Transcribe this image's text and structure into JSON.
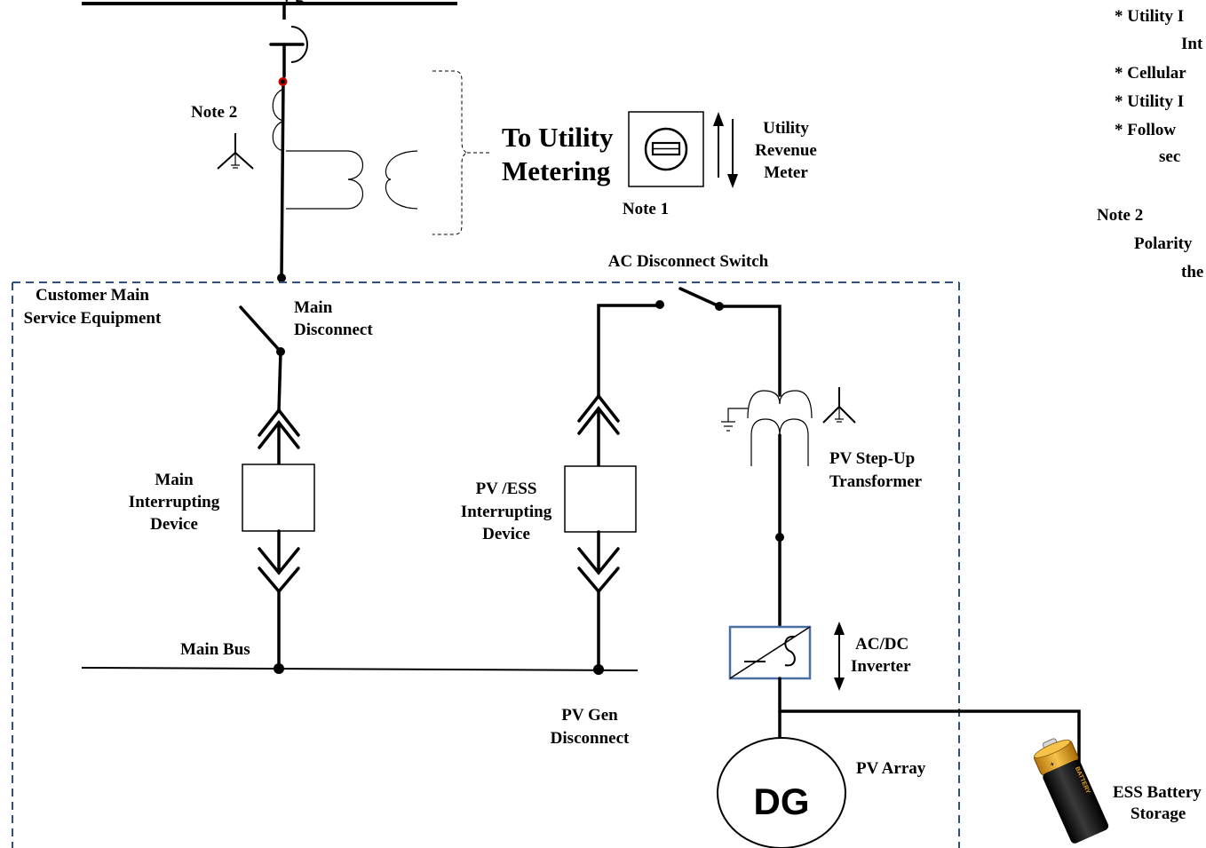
{
  "labels": {
    "note2_left": "Note 2",
    "to_utility_1": "To Utility",
    "to_utility_2": "Metering",
    "meter_1": "Utility",
    "meter_2": "Revenue",
    "meter_3": "Meter",
    "note1": "Note 1",
    "ac_disconnect": "AC Disconnect Switch",
    "customer_main_1": "Customer Main",
    "customer_main_2": "Service Equipment",
    "main_disconnect_1": "Main",
    "main_disconnect_2": "Disconnect",
    "main_interrupt_1": "Main",
    "main_interrupt_2": "Interrupting",
    "main_interrupt_3": "Device",
    "pv_interrupt_1": "PV /ESS",
    "pv_interrupt_2": "Interrupting",
    "pv_interrupt_3": "Device",
    "stepup_1": "PV Step-Up",
    "stepup_2": "Transformer",
    "main_bus": "Main Bus",
    "pv_gen_1": "PV Gen",
    "pv_gen_2": "Disconnect",
    "inverter_1": "AC/DC",
    "inverter_2": "Inverter",
    "pv_array": "PV Array",
    "dg": "DG",
    "ess_1": "ESS Battery",
    "ess_2": "Storage",
    "battery_plus": "+",
    "battery_text": "BATTERY",
    "top_partial": "y   g",
    "note2_right": "Note 2"
  },
  "notes_right": [
    "* Utility I",
    "Int",
    "* Cellular",
    "* Utility I",
    "* Follow",
    "sec"
  ],
  "note2_right_lines": [
    "Polarity",
    "the"
  ],
  "colors": {
    "boundary": "#2f4f7f",
    "inverter_box": "#4a6fa5",
    "connection_dot_red": "#d00000",
    "battery_body": "#111111",
    "battery_cap": "#e8a21a"
  }
}
